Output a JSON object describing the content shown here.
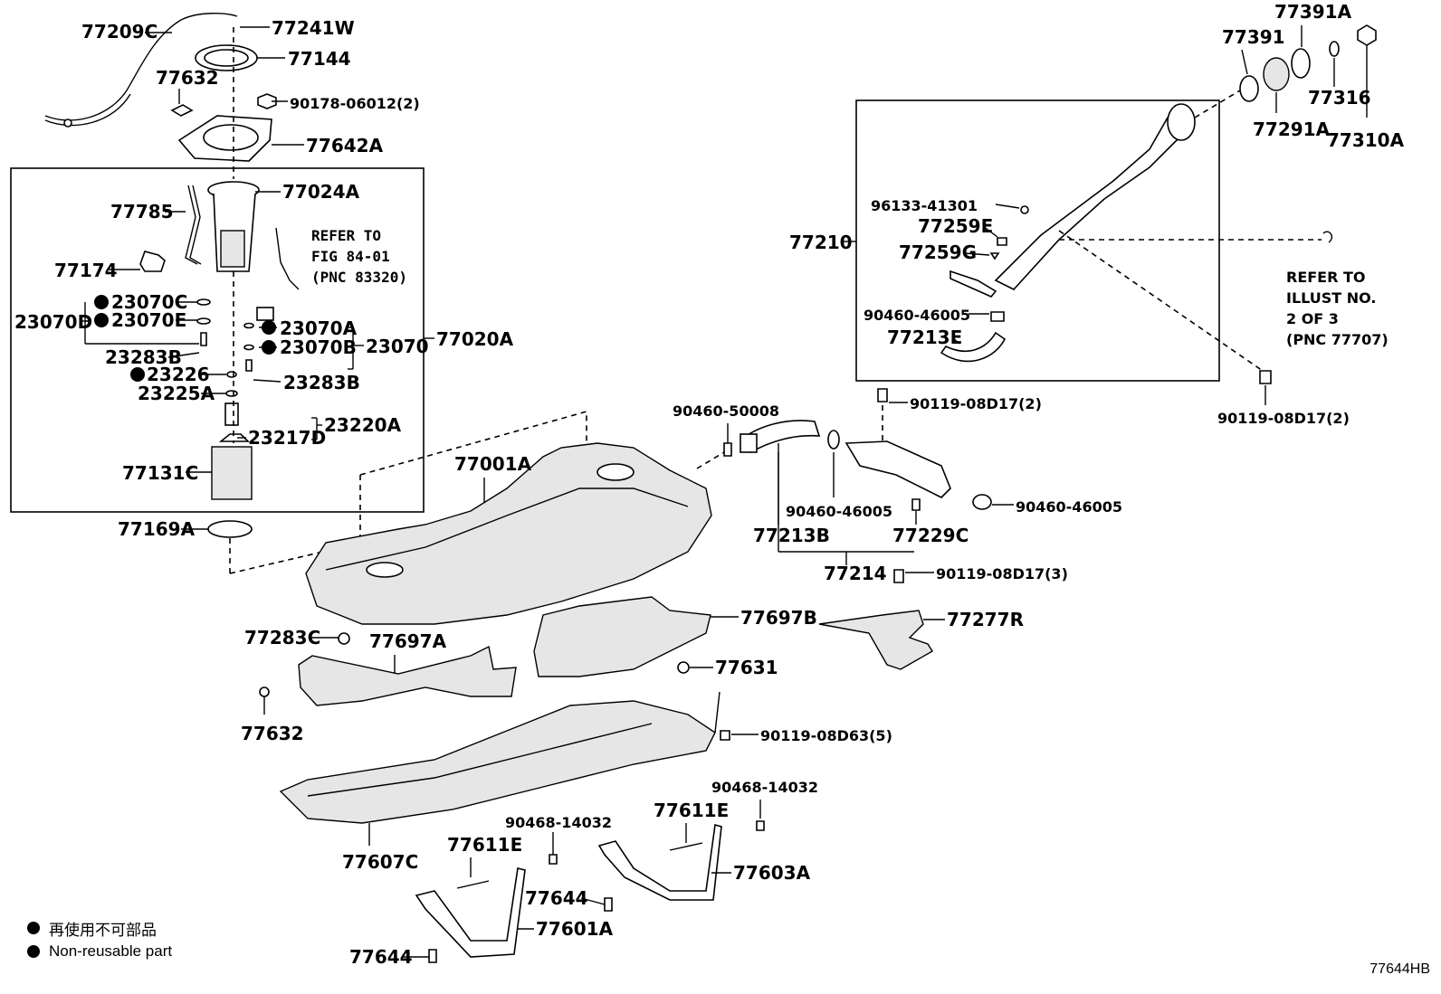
{
  "labels": {
    "l77209C": "77209C",
    "l77241W": "77241W",
    "l77144": "77144",
    "l77632a": "77632",
    "l90178": "90178-06012(2)",
    "l77642A": "77642A",
    "l77024A": "77024A",
    "l77785": "77785",
    "l77174": "77174",
    "l23070C": "23070C",
    "l23070D": "23070D",
    "l23070E": "23070E",
    "l23283Ba": "23283B",
    "l23226": "23226",
    "l23225A": "23225A",
    "l23070A": "23070A",
    "l23070B": "23070B",
    "l23070": "23070",
    "l77020A": "77020A",
    "l23283Bb": "23283B",
    "l23220A": "23220A",
    "l23217D": "23217D",
    "l77131C": "77131C",
    "l77169A": "77169A",
    "l77001A": "77001A",
    "l77283C": "77283C",
    "l77697A": "77697A",
    "l77632b": "77632",
    "l77697B": "77697B",
    "l77631": "77631",
    "l90119_08D63": "90119-08D63(5)",
    "l77607C": "77607C",
    "l90468a": "90468-14032",
    "l77611Ea": "77611E",
    "l77644a": "77644",
    "l77601A": "77601A",
    "l77644b": "77644",
    "l90468b": "90468-14032",
    "l77611Eb": "77611E",
    "l77603A": "77603A",
    "l90460_50008": "90460-50008",
    "l90460_46005a": "90460-46005",
    "l77213B": "77213B",
    "l77214": "77214",
    "l77229C": "77229C",
    "l90460_46005b": "90460-46005",
    "l90119_3": "90119-08D17(3)",
    "l77277R": "77277R",
    "l90119_2a": "90119-08D17(2)",
    "l90119_2b": "90119-08D17(2)",
    "l77210": "77210",
    "l96133": "96133-41301",
    "l77259E": "77259E",
    "l77259G": "77259G",
    "l90460_46005c": "90460-46005",
    "l77213E": "77213E",
    "l77391": "77391",
    "l77391A": "77391A",
    "l77316": "77316",
    "l77291A": "77291A",
    "l77310A": "77310A"
  },
  "notes": {
    "refer1": [
      "REFER TO",
      "FIG 84-01",
      "(PNC 83320)"
    ],
    "refer2": [
      "REFER TO",
      "ILLUST NO.",
      "2 OF 3",
      "(PNC 77707)"
    ]
  },
  "legend": {
    "jp": "再使用不可部品",
    "en": "Non-reusable part"
  },
  "code": "77644HB"
}
